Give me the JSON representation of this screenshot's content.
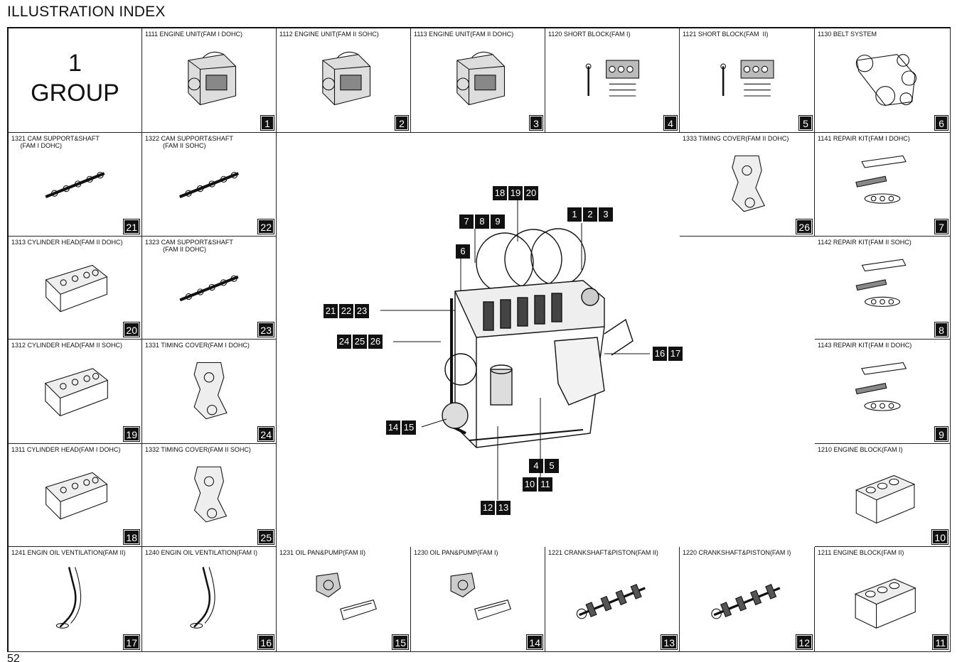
{
  "page": {
    "title": "ILLUSTRATION INDEX",
    "page_number": "52"
  },
  "group": {
    "number": "1",
    "label": "GROUP"
  },
  "cells": [
    {
      "label": "1111 ENGINE UNIT(FAM I DOHC)",
      "num": "1",
      "icon": "engine-unit-icon"
    },
    {
      "label": "1112 ENGINE UNIT(FAM II SOHC)",
      "num": "2",
      "icon": "engine-unit-icon"
    },
    {
      "label": "1113 ENGINE UNIT(FAM II DOHC)",
      "num": "3",
      "icon": "engine-unit-icon"
    },
    {
      "label": "1120 SHORT BLOCK(FAM I)",
      "num": "4",
      "icon": "short-block-icon"
    },
    {
      "label": "1121 SHORT BLOCK(FAM  II)",
      "num": "5",
      "icon": "short-block-icon"
    },
    {
      "label": "1130 BELT SYSTEM",
      "num": "6",
      "icon": "belt-system-icon"
    },
    {
      "label": "1321 CAM SUPPORT&SHAFT\n     (FAM I DOHC)",
      "num": "21",
      "icon": "camshaft-icon"
    },
    {
      "label": "1322 CAM SUPPORT&SHAFT\n          (FAM II SOHC)",
      "num": "22",
      "icon": "camshaft-icon"
    },
    {
      "label": "1333 TIMING COVER(FAM II DOHC)",
      "num": "26",
      "icon": "timing-cover-icon"
    },
    {
      "label": "1141 REPAIR KIT(FAM I DOHC)",
      "num": "7",
      "icon": "gasket-kit-icon"
    },
    {
      "label": "1313 CYLINDER HEAD(FAM II DOHC)",
      "num": "20",
      "icon": "cylinder-head-icon"
    },
    {
      "label": "1323 CAM SUPPORT&SHAFT\n          (FAM II DOHC)",
      "num": "23",
      "icon": "camshaft-icon"
    },
    {
      "label": "1142 REPAIR KIT(FAM II SOHC)",
      "num": "8",
      "icon": "gasket-kit-icon"
    },
    {
      "label": "1312 CYLINDER HEAD(FAM II SOHC)",
      "num": "19",
      "icon": "cylinder-head-icon"
    },
    {
      "label": "1331 TIMING COVER(FAM I DOHC)",
      "num": "24",
      "icon": "timing-cover-icon"
    },
    {
      "label": "1143 REPAIR KIT(FAM II DOHC)",
      "num": "9",
      "icon": "gasket-kit-icon"
    },
    {
      "label": "1311 CYLINDER HEAD(FAM I DOHC)",
      "num": "18",
      "icon": "cylinder-head-icon"
    },
    {
      "label": "1332 TIMING COVER(FAM II SOHC)",
      "num": "25",
      "icon": "timing-cover-icon"
    },
    {
      "label": "1210 ENGINE BLOCK(FAM I)",
      "num": "10",
      "icon": "engine-block-icon"
    },
    {
      "label": "1241 ENGIN OIL VENTILATION(FAM II)",
      "num": "17",
      "icon": "oil-ventilation-icon"
    },
    {
      "label": "1240 ENGIN OIL VENTILATION(FAM I)",
      "num": "16",
      "icon": "oil-ventilation-icon"
    },
    {
      "label": "1231 OIL PAN&PUMP(FAM II)",
      "num": "15",
      "icon": "oil-pan-pump-icon"
    },
    {
      "label": "1230 OIL PAN&PUMP(FAM I)",
      "num": "14",
      "icon": "oil-pan-pump-icon"
    },
    {
      "label": "1221 CRANKSHAFT&PISTON(FAM II)",
      "num": "13",
      "icon": "crankshaft-icon"
    },
    {
      "label": "1220 CRANKSHAFT&PISTON(FAM I)",
      "num": "12",
      "icon": "crankshaft-icon"
    },
    {
      "label": "1211 ENGINE BLOCK(FAM II)",
      "num": "11",
      "icon": "engine-block-icon"
    }
  ],
  "callouts": [
    [
      "18",
      "19",
      "20"
    ],
    [
      "1",
      "2",
      "3"
    ],
    [
      "7",
      "8",
      "9"
    ],
    [
      "6"
    ],
    [
      "21",
      "22",
      "23"
    ],
    [
      "24",
      "25",
      "26"
    ],
    [
      "16",
      "17"
    ],
    [
      "14",
      "15"
    ],
    [
      "4",
      "5"
    ],
    [
      "10",
      "11"
    ],
    [
      "12",
      "13"
    ]
  ]
}
